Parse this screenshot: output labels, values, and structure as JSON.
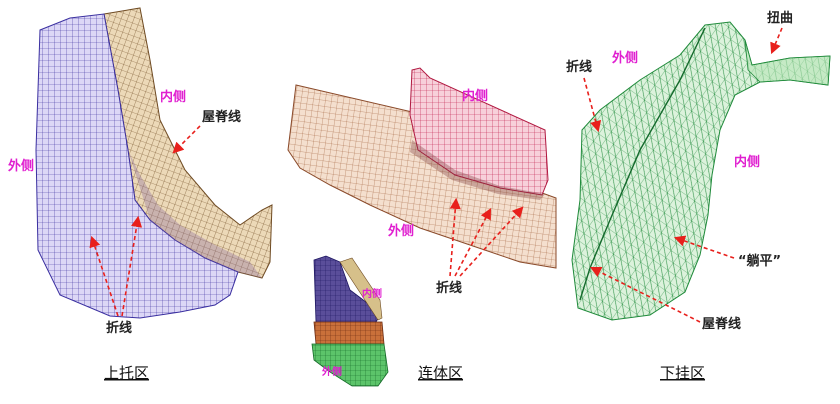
{
  "panels": {
    "upper": {
      "caption": "上托区",
      "inner_label": "内侧",
      "outer_label": "外侧",
      "ridge_label": "屋脊线",
      "fold_label": "折线",
      "colors": {
        "main_fill": "#d9d4f5",
        "main_line": "#3a2fa0",
        "secondary_fill": "#e6d2b0",
        "secondary_line": "#6e4a22"
      }
    },
    "combined": {
      "caption": "连体区",
      "inner_label": "内侧",
      "outer_label": "外侧",
      "fold_label": "折线",
      "inset_inner_label": "内侧",
      "inset_outer_label": "外侧",
      "colors": {
        "surface_fill": "#f1d9c6",
        "surface_line": "#8a4a2a",
        "wall_fill": "#f6c8d2",
        "wall_line": "#b01840"
      }
    },
    "lower": {
      "caption": "下挂区",
      "outer_label": "外侧",
      "inner_label": "内侧",
      "twist_label": "扭曲",
      "fold_label": "折线",
      "flatten_label": "“躺平”",
      "ridge_label": "屋脊线",
      "colors": {
        "fill": "#d8f0d8",
        "line": "#1f8a3a"
      }
    }
  },
  "accent_colors": {
    "label_magenta": "#e020d0",
    "arrow_red": "#e8201c"
  }
}
